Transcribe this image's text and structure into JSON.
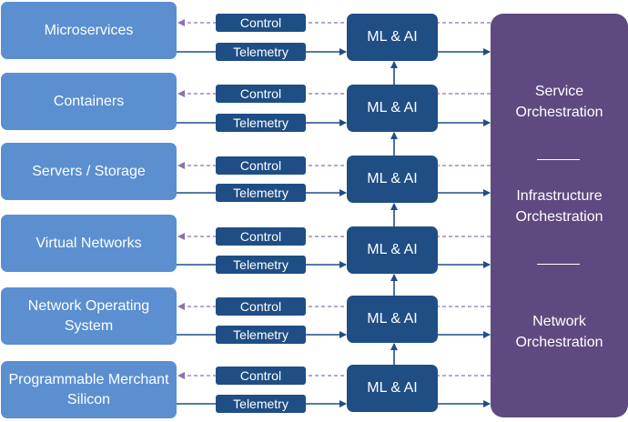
{
  "layers": [
    {
      "label": "Microservices",
      "control": "Control",
      "telemetry": "Telemetry",
      "ml": "ML & AI"
    },
    {
      "label": "Containers",
      "control": "Control",
      "telemetry": "Telemetry",
      "ml": "ML & AI"
    },
    {
      "label": "Servers / Storage",
      "control": "Control",
      "telemetry": "Telemetry",
      "ml": "ML & AI"
    },
    {
      "label": "Virtual Networks",
      "control": "Control",
      "telemetry": "Telemetry",
      "ml": "ML & AI"
    },
    {
      "label": "Network Operating System",
      "control": "Control",
      "telemetry": "Telemetry",
      "ml": "ML & AI"
    },
    {
      "label": "Programmable Merchant Silicon",
      "control": "Control",
      "telemetry": "Telemetry",
      "ml": "ML & AI"
    }
  ],
  "orchestration": {
    "service": "Service Orchestration",
    "infrastructure": "Infrastructure Orchestration",
    "network": "Network Orchestration"
  },
  "colors": {
    "layer_box": "#5b8fd0",
    "pill": "#1f4e85",
    "ml_box": "#1f4e85",
    "orchestration": "#5e4a80",
    "control_arrow": "#8a72b5",
    "telemetry_arrow": "#1f4e85"
  }
}
